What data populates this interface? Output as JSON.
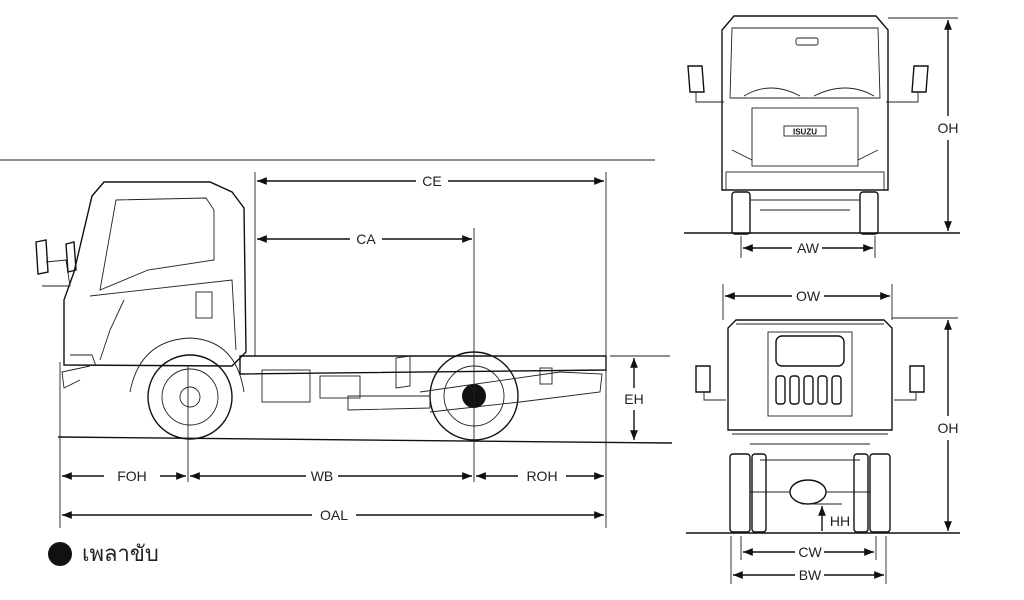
{
  "dimensions": {
    "ce": "CE",
    "ca": "CA",
    "eh": "EH",
    "foh": "FOH",
    "wb": "WB",
    "roh": "ROH",
    "oal": "OAL",
    "oh_front": "OH",
    "aw": "AW",
    "ow": "OW",
    "oh_rear": "OH",
    "hh": "HH",
    "cw": "CW",
    "bw": "BW"
  },
  "front_view": {
    "badge": "ISUZU"
  },
  "legend": {
    "label": "เพลาขับ"
  },
  "colors": {
    "line": "#111111",
    "background": "#ffffff",
    "axle_marker": "#111111"
  }
}
